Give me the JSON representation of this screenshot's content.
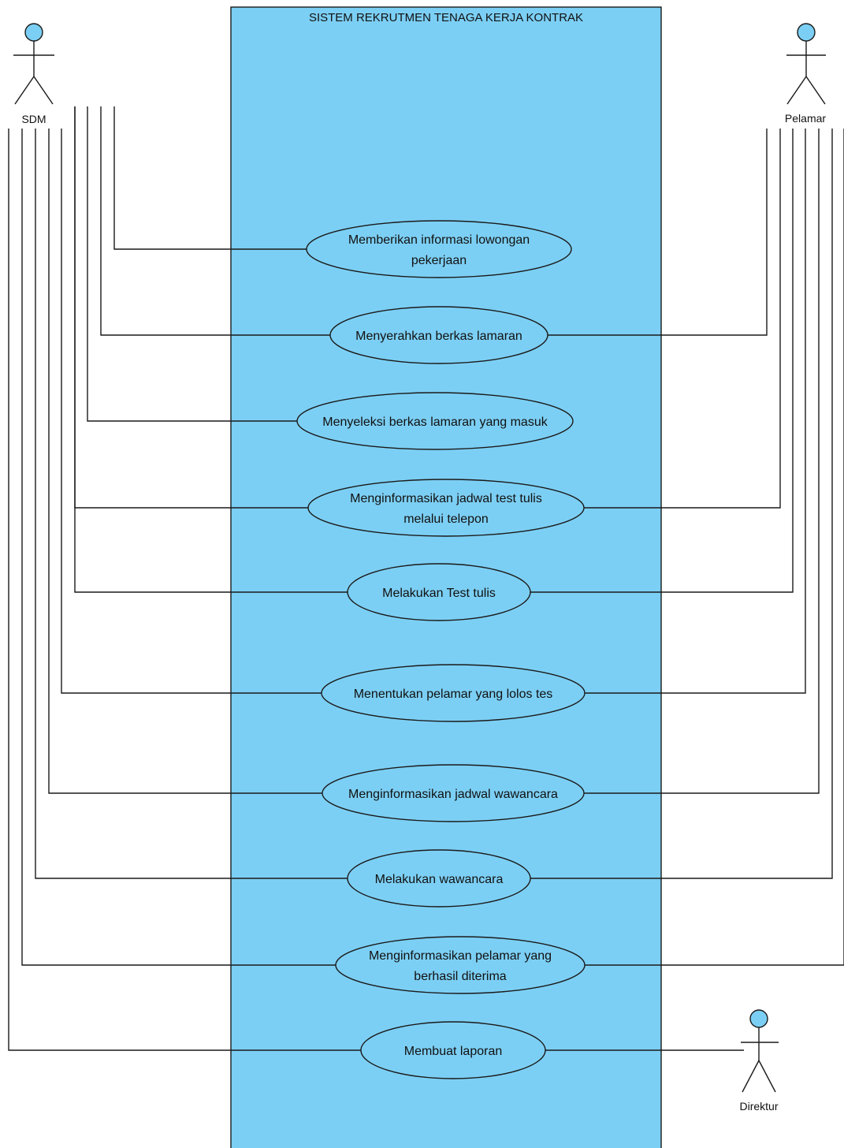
{
  "system": {
    "title": "SISTEM REKRUTMEN TENAGA KERJA KONTRAK"
  },
  "colors": {
    "boundary_fill": "#7ccff4",
    "usecase_fill": "#7ccff4",
    "actor_head": "#7ccff4",
    "line": "#1a1a1a"
  },
  "actors": [
    {
      "id": "sdm",
      "label": "SDM",
      "icon": "stick-figure-icon"
    },
    {
      "id": "pelamar",
      "label": "Pelamar",
      "icon": "stick-figure-icon"
    },
    {
      "id": "direktur",
      "label": "Direktur",
      "icon": "stick-figure-icon"
    }
  ],
  "use_cases": [
    {
      "lines": [
        "Memberikan informasi lowongan",
        "pekerjaan"
      ],
      "actors": [
        "SDM"
      ]
    },
    {
      "lines": [
        "Menyerahkan berkas lamaran"
      ],
      "actors": [
        "SDM",
        "Pelamar"
      ]
    },
    {
      "lines": [
        "Menyeleksi berkas lamaran yang masuk"
      ],
      "actors": [
        "SDM"
      ]
    },
    {
      "lines": [
        "Menginformasikan jadwal test tulis",
        "melalui telepon"
      ],
      "actors": [
        "SDM",
        "Pelamar"
      ]
    },
    {
      "lines": [
        "Melakukan Test tulis"
      ],
      "actors": [
        "SDM",
        "Pelamar"
      ]
    },
    {
      "lines": [
        "Menentukan pelamar yang lolos tes"
      ],
      "actors": [
        "SDM",
        "Pelamar"
      ]
    },
    {
      "lines": [
        "Menginformasikan jadwal wawancara"
      ],
      "actors": [
        "SDM",
        "Pelamar"
      ]
    },
    {
      "lines": [
        "Melakukan wawancara"
      ],
      "actors": [
        "SDM",
        "Pelamar"
      ]
    },
    {
      "lines": [
        "Menginformasikan pelamar yang",
        "berhasil diterima"
      ],
      "actors": [
        "SDM",
        "Pelamar"
      ]
    },
    {
      "lines": [
        "Membuat laporan"
      ],
      "actors": [
        "SDM",
        "Direktur"
      ]
    }
  ]
}
